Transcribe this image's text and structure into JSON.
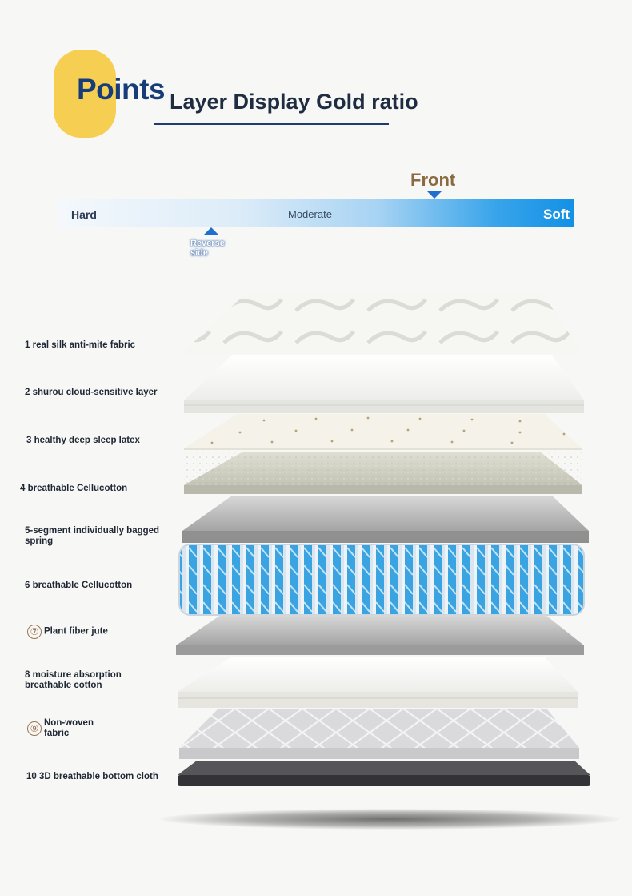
{
  "header": {
    "badge_word": "Points",
    "title": "Layer Display Gold ratio"
  },
  "firmness_scale": {
    "front_label": "Front",
    "hard": "Hard",
    "moderate": "Moderate",
    "soft": "Soft",
    "reverse_label": "Reverse side",
    "colors": {
      "start": "#f4f8fc",
      "end": "#1391e5",
      "marker": "#1f6fd1"
    }
  },
  "layers": [
    {
      "label": "1 real silk anti-mite fabric",
      "color": "#f2f2ef"
    },
    {
      "label": "2 shurou cloud-sensitive layer",
      "color": "#ebebea"
    },
    {
      "label": "3 healthy deep sleep latex",
      "color": "#f0ede4"
    },
    {
      "label": "4 breathable Cellucotton",
      "color": "#cfcfc2"
    },
    {
      "label": "5-segment individually bagged spring",
      "color": "#a6a6a6"
    },
    {
      "label": "6 breathable Cellucotton",
      "color": "#3aa6e3"
    },
    {
      "label": "Plant fiber jute",
      "marker": "⑦",
      "color": "#a9a9a9"
    },
    {
      "label": "8 moisture absorption breathable cotton",
      "color": "#ecebe6"
    },
    {
      "label": "Non-woven fabric",
      "marker": "⑨",
      "color": "#d6d6d8"
    },
    {
      "label": "10 3D breathable bottom cloth",
      "color": "#3c3c40"
    }
  ]
}
